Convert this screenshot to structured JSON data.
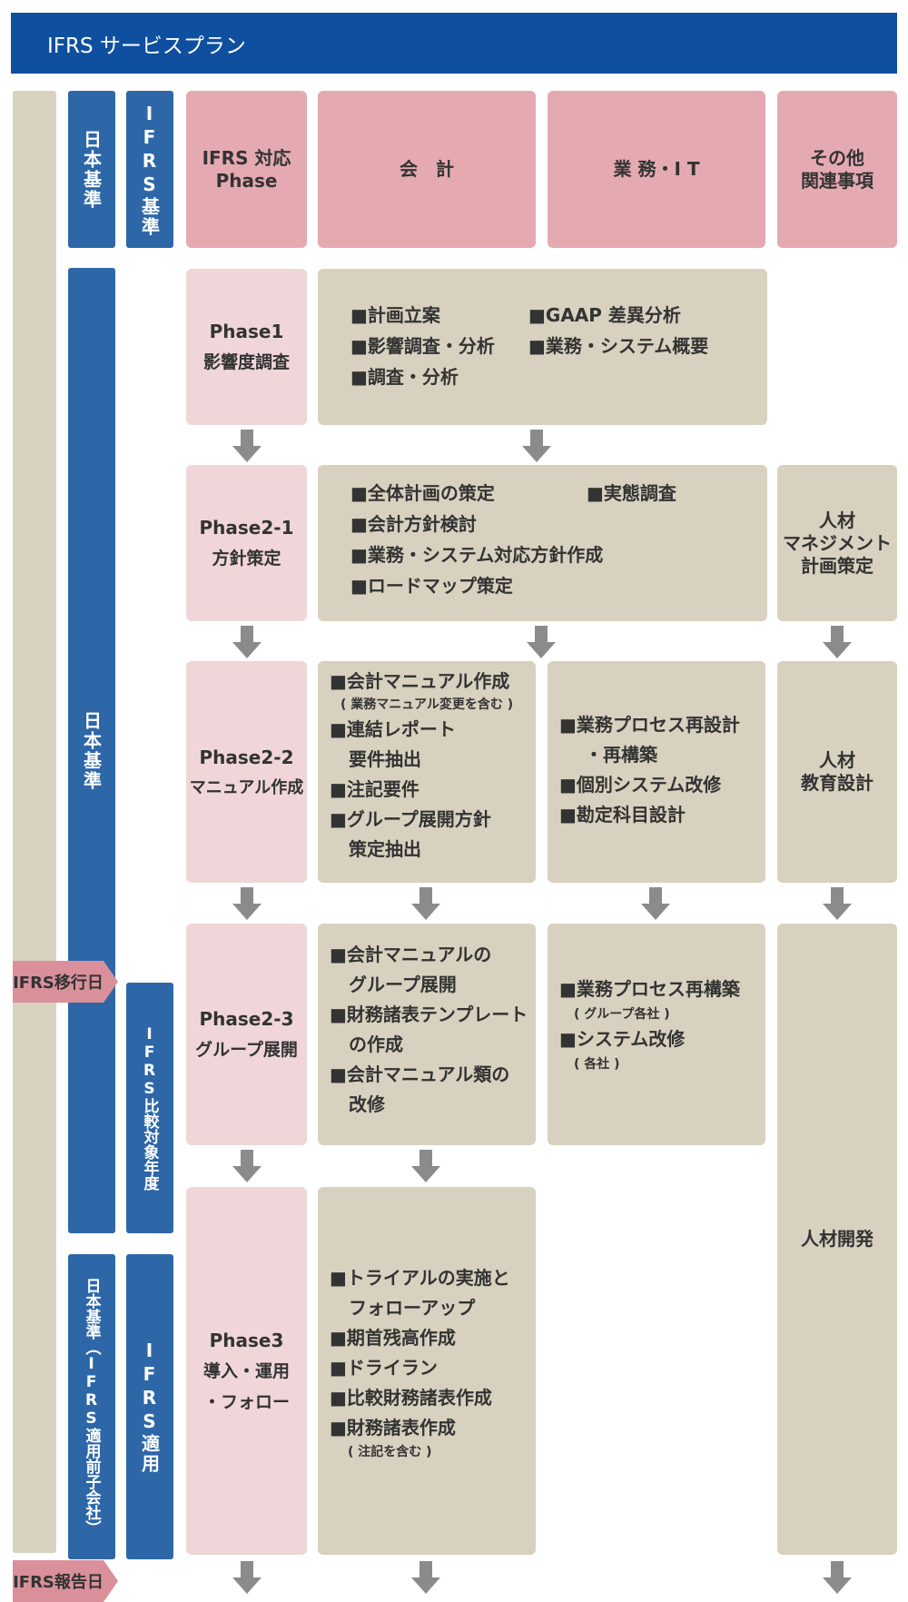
{
  "header": {
    "title": "IFRS サービスプラン"
  },
  "labels": {
    "jp_gaap_top": "日本基準",
    "ifrs_gaap_top": "IFRS基準",
    "jp_gaap_main": "日本基準",
    "ifrs_comparative_year": "IFRS比較対象年度",
    "jp_gaap_bottom": "日本基準（IFRS適用前子会社）",
    "ifrs_applied": "IFRS適用",
    "transition_date": "IFRS移行日",
    "reporting_date": "IFRS報告日"
  },
  "columns": {
    "phase": {
      "line1": "IFRS 対応",
      "line2": "Phase"
    },
    "accounting": "会　計",
    "business_it": "業 務・I T",
    "other": {
      "line1": "その他",
      "line2": "関連事項"
    }
  },
  "phases": {
    "p1": {
      "name": "Phase1",
      "desc": "影響度調査"
    },
    "p21": {
      "name": "Phase2-1",
      "desc": "方針策定"
    },
    "p22": {
      "name": "Phase2-2",
      "desc": "マニュアル作成"
    },
    "p23": {
      "name": "Phase2-3",
      "desc": "グループ展開"
    },
    "p3": {
      "name": "Phase3",
      "desc1": "導入・運用",
      "desc2": "・フォロー"
    }
  },
  "phase1_box": {
    "col1": [
      "■計画立案",
      "■影響調査・分析",
      "■調査・分析"
    ],
    "col2": [
      "■GAAP 差異分析",
      "■業務・システム概要"
    ]
  },
  "phase21_box": {
    "col1": [
      "■全体計画の策定",
      "■会計方針検討",
      "■業務・システム対応方針作成",
      "■ロードマップ策定"
    ],
    "col2": [
      "■実態調査"
    ]
  },
  "phase21_other": {
    "line1": "人材",
    "line2": "マネジメント",
    "line3": "計画策定"
  },
  "phase22_accounting": {
    "item1": "■会計マニュアル作成",
    "item1_note": "( 業務マニュアル変更を含む )",
    "item2a": "■連結レポート",
    "item2b": "要件抽出",
    "item3": "■注記要件",
    "item4a": "■グループ展開方針",
    "item4b": "策定抽出"
  },
  "phase22_business": {
    "item1a": "■業務プロセス再設計",
    "item1b": "・再構築",
    "item2": "■個別システム改修",
    "item3": "■勘定科目設計"
  },
  "phase22_other": {
    "line1": "人材",
    "line2": "教育設計"
  },
  "phase23_accounting": {
    "item1a": "■会計マニュアルの",
    "item1b": "グループ展開",
    "item2a": "■財務諸表テンプレート",
    "item2b": "の作成",
    "item3a": "■会計マニュアル類の",
    "item3b": "改修"
  },
  "phase23_business": {
    "item1": "■業務プロセス再構築",
    "item1_note": "( グループ各社 )",
    "item2": "■システム改修",
    "item2_note": "( 各社 )"
  },
  "other_long": "人材開発",
  "phase3_accounting": {
    "item1a": "■トライアルの実施と",
    "item1b": "フォローアップ",
    "item2": "■期首残高作成",
    "item3": "■ドライラン",
    "item4": "■比較財務諸表作成",
    "item5": "■財務諸表作成",
    "item5_note": "( 注記を含む )"
  },
  "colors": {
    "header_blue": "#0f4f9f",
    "bar_blue": "#2e67a8",
    "pink_header": "#e5aab1",
    "pink_light": "#f0d6d8",
    "beige": "#d8d1bf",
    "arrow_gray": "#8b8b8b",
    "tag_pink": "#d9909a"
  }
}
